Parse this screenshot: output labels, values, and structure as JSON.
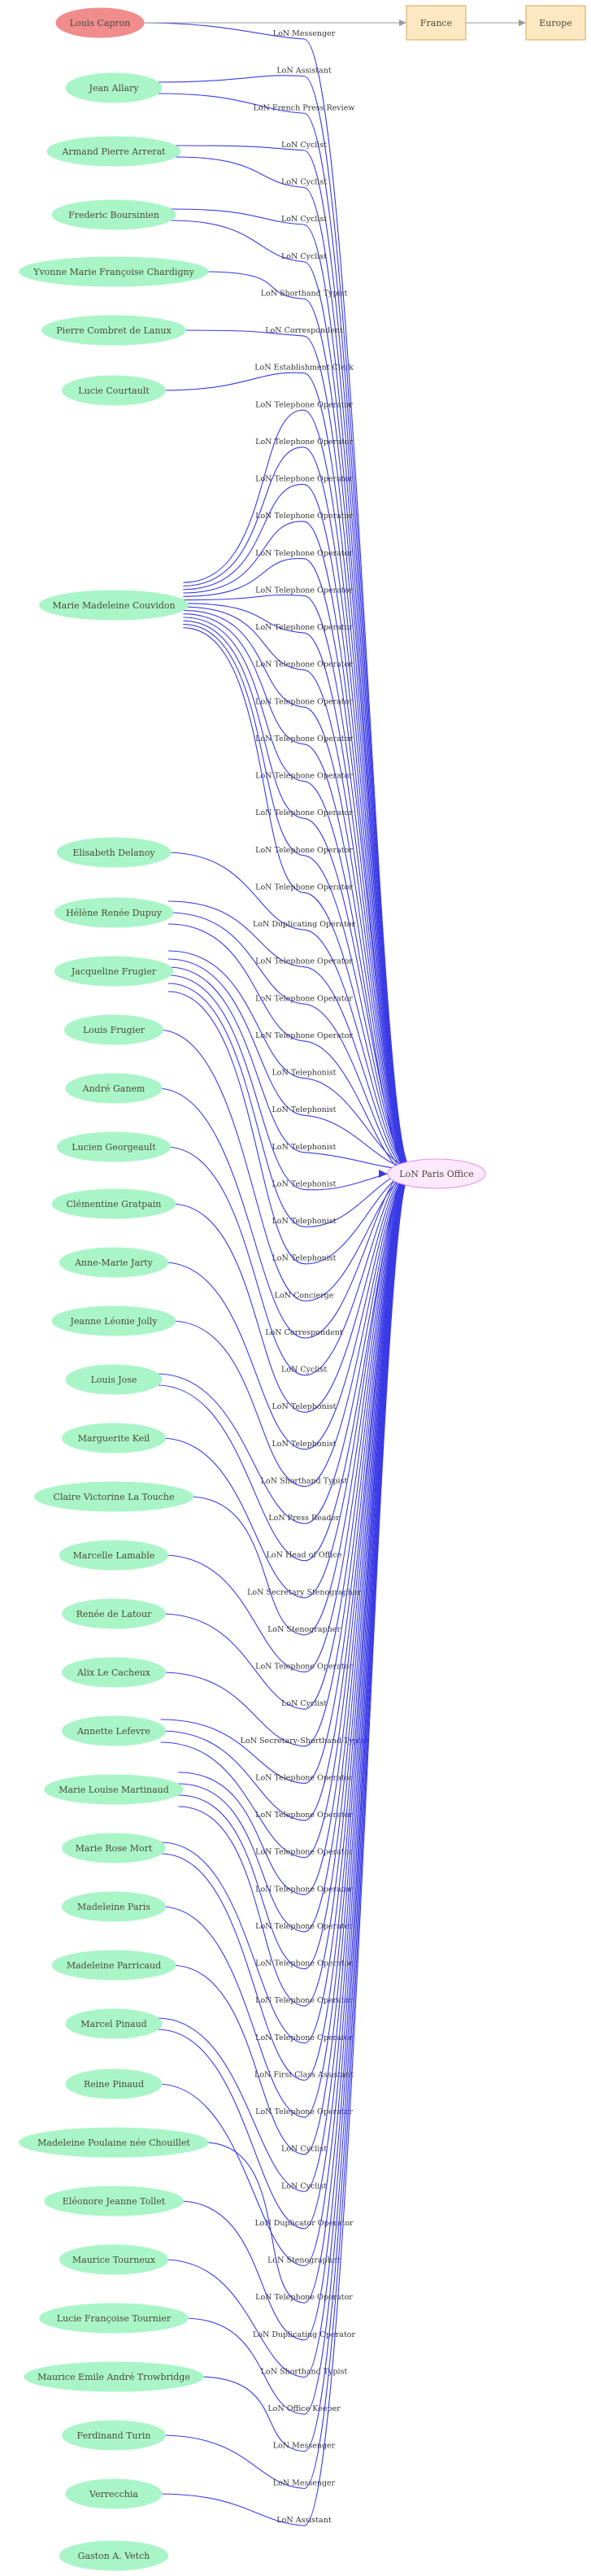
{
  "graph": {
    "root": "Louis Capron",
    "countries": [
      "France",
      "Europe"
    ],
    "office": "LoN Paris Office",
    "people": [
      "Jean Allary",
      "Armand Pierre Arrerat",
      "Frederic Boursinien",
      "Yvonne Marie Françoise Chardigny",
      "Pierre Combret de Lanux",
      "Lucie Courtault",
      "Marie Madeleine Couvidon",
      "Elisabeth Delanoy",
      "Hélène Renée Dupuy",
      "Jacqueline Frugier",
      "Louis  Frugier",
      "André Ganem",
      "Lucien Georgeault",
      "Clémentine Gratpain",
      "Anne-Marie Jarty",
      "Jeanne Léonie Jolly",
      "Louis Jose",
      "Marguerite Keil",
      "Claire Victorine La Touche",
      "Marcelle Lamable",
      "Renée de Latour",
      "Alix Le Cacheux",
      "Annette Lefevre",
      "Marie Louise Martinaud",
      "Marie Rose Mort",
      "Madeleine Paris",
      "Madeleine Parricaud",
      "Marcel Pinaud",
      "Reine Pinaud",
      "Madeleine Poulaine née Chouillet",
      "Eléonore Jeanne Tollet",
      "Maurice Tourneux",
      "Lucie Françoise Tournier",
      "Maurice Emile André Trowbridge",
      "Ferdinand Turin",
      "Verrecchia",
      "Gaston A.  Vetch"
    ],
    "edges": [
      {
        "from": "Louis Capron",
        "label": "LoN Messenger"
      },
      {
        "from": "Jean Allary",
        "label": "LoN Assistant"
      },
      {
        "from": "Jean Allary",
        "label": "LoN French Press Review"
      },
      {
        "from": "Armand Pierre Arrerat",
        "label": "LoN Cyclist"
      },
      {
        "from": "Armand Pierre Arrerat",
        "label": "LoN Cyclist"
      },
      {
        "from": "Frederic Boursinien",
        "label": "LoN Cyclist"
      },
      {
        "from": "Frederic Boursinien",
        "label": "LoN Cyclist"
      },
      {
        "from": "Yvonne Marie Françoise Chardigny",
        "label": "LoN Shorthand Typist"
      },
      {
        "from": "Pierre Combret de Lanux",
        "label": "LoN Correspondent"
      },
      {
        "from": "Lucie Courtault",
        "label": "LoN Establishment Clerk"
      },
      {
        "from": "Marie Madeleine Couvidon",
        "label": "LoN Telephone Operator"
      },
      {
        "from": "Marie Madeleine Couvidon",
        "label": "LoN Telephone Operator"
      },
      {
        "from": "Marie Madeleine Couvidon",
        "label": "LoN Telephone Operator"
      },
      {
        "from": "Marie Madeleine Couvidon",
        "label": "LoN Telephone Operator"
      },
      {
        "from": "Marie Madeleine Couvidon",
        "label": "LoN Telephone Operator"
      },
      {
        "from": "Marie Madeleine Couvidon",
        "label": "LoN Telephone Operator"
      },
      {
        "from": "Marie Madeleine Couvidon",
        "label": "LoN Telephone Operator"
      },
      {
        "from": "Marie Madeleine Couvidon",
        "label": "LoN Telephone Operator"
      },
      {
        "from": "Marie Madeleine Couvidon",
        "label": "LoN Telephone Operator"
      },
      {
        "from": "Marie Madeleine Couvidon",
        "label": "LoN Telephone Operator"
      },
      {
        "from": "Marie Madeleine Couvidon",
        "label": "LoN Telephone Operator"
      },
      {
        "from": "Marie Madeleine Couvidon",
        "label": "LoN Telephone Operator"
      },
      {
        "from": "Marie Madeleine Couvidon",
        "label": "LoN Telephone Operator"
      },
      {
        "from": "Marie Madeleine Couvidon",
        "label": "LoN Telephone Operator"
      },
      {
        "from": "Elisabeth Delanoy",
        "label": "LoN Duplicating Operator"
      },
      {
        "from": "Hélène Renée Dupuy",
        "label": "LoN Telephone Operator"
      },
      {
        "from": "Hélène Renée Dupuy",
        "label": "LoN Telephone Operator"
      },
      {
        "from": "Hélène Renée Dupuy",
        "label": "LoN Telephone Operator"
      },
      {
        "from": "Jacqueline Frugier",
        "label": "LoN Telephonist"
      },
      {
        "from": "Jacqueline Frugier",
        "label": "LoN Telephonist"
      },
      {
        "from": "Jacqueline Frugier",
        "label": "LoN Telephonist"
      },
      {
        "from": "Jacqueline Frugier",
        "label": "LoN Telephonist"
      },
      {
        "from": "Jacqueline Frugier",
        "label": "LoN Telephonist"
      },
      {
        "from": "Jacqueline Frugier",
        "label": "LoN Telephonist"
      },
      {
        "from": "Louis  Frugier",
        "label": "LoN Concierge"
      },
      {
        "from": "André Ganem",
        "label": "LoN Correspondent"
      },
      {
        "from": "Lucien Georgeault",
        "label": "LoN Cyclist"
      },
      {
        "from": "Clémentine Gratpain",
        "label": "LoN Telephonist"
      },
      {
        "from": "Anne-Marie Jarty",
        "label": "LoN Telephonist"
      },
      {
        "from": "Jeanne Léonie Jolly",
        "label": "LoN Shorthand Typist"
      },
      {
        "from": "Louis Jose",
        "label": "LoN Press Reader"
      },
      {
        "from": "Louis Jose",
        "label": "LoN Head of Office"
      },
      {
        "from": "Marguerite Keil",
        "label": "LoN Secretary Stenographer"
      },
      {
        "from": "Claire Victorine La Touche",
        "label": "LoN Stenographer"
      },
      {
        "from": "Marcelle Lamable",
        "label": "LoN Telephone Operator"
      },
      {
        "from": "Renée de Latour",
        "label": "LoN Cyclist"
      },
      {
        "from": "Alix Le Cacheux",
        "label": "LoN Secretary-Shorthand-Typist"
      },
      {
        "from": "Annette Lefevre",
        "label": "LoN Telephone Operator"
      },
      {
        "from": "Annette Lefevre",
        "label": "LoN Telephone Operator"
      },
      {
        "from": "Annette Lefevre",
        "label": "LoN Telephone Operator"
      },
      {
        "from": "Marie Louise Martinaud",
        "label": "LoN Telephone Operator"
      },
      {
        "from": "Marie Louise Martinaud",
        "label": "LoN Telephone Operator"
      },
      {
        "from": "Marie Louise Martinaud",
        "label": "LoN Telephone Operator"
      },
      {
        "from": "Marie Louise Martinaud",
        "label": "LoN Telephone Operator"
      },
      {
        "from": "Marie Rose Mort",
        "label": "LoN Telephone Operator"
      },
      {
        "from": "Marie Rose Mort",
        "label": "LoN First Class Assistant"
      },
      {
        "from": "Madeleine Paris",
        "label": "LoN Telephone Operator"
      },
      {
        "from": "Madeleine Parricaud",
        "label": "LoN Cyclist"
      },
      {
        "from": "Marcel Pinaud",
        "label": "LoN Cyclist"
      },
      {
        "from": "Marcel Pinaud",
        "label": "LoN Duplicator Operator"
      },
      {
        "from": "Reine Pinaud",
        "label": "LoN Stenographer"
      },
      {
        "from": "Madeleine Poulaine née Chouillet",
        "label": "LoN Telephone Operator"
      },
      {
        "from": "Eléonore Jeanne Tollet",
        "label": "LoN Duplicating Operator"
      },
      {
        "from": "Maurice Tourneux",
        "label": "LoN Shorthand Typist"
      },
      {
        "from": "Lucie Françoise Tournier",
        "label": "LoN Office Keeper"
      },
      {
        "from": "Maurice Emile André Trowbridge",
        "label": "LoN Messenger"
      },
      {
        "from": "Ferdinand Turin",
        "label": "LoN Messenger"
      },
      {
        "from": "Verrecchia",
        "label": "LoN Assistant"
      }
    ]
  }
}
